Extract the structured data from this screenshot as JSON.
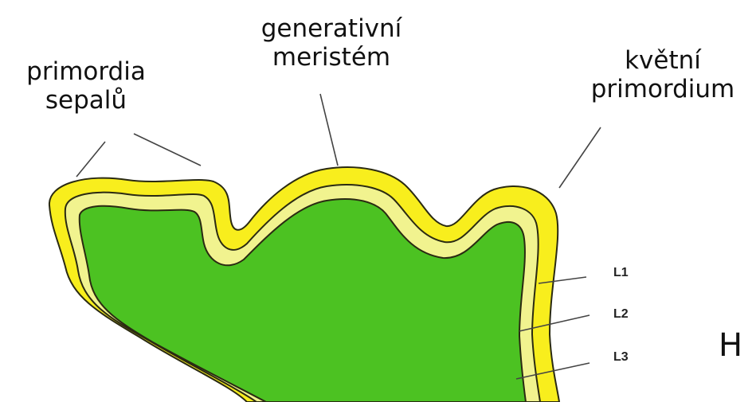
{
  "labels": {
    "sepal_primordia": "primordia\nsepalů",
    "generative_meristem": "generativní\nmeristém",
    "flower_primordium": "květní\nprimordium"
  },
  "layers": [
    "L1",
    "L2",
    "L3"
  ],
  "cropped_text": "H",
  "colors": {
    "outer_layer": "#f8ee1d",
    "middle_layer": "#f1f38f",
    "core": "#4cc222",
    "outline": "#2a2a12",
    "leader_line": "#444444"
  }
}
